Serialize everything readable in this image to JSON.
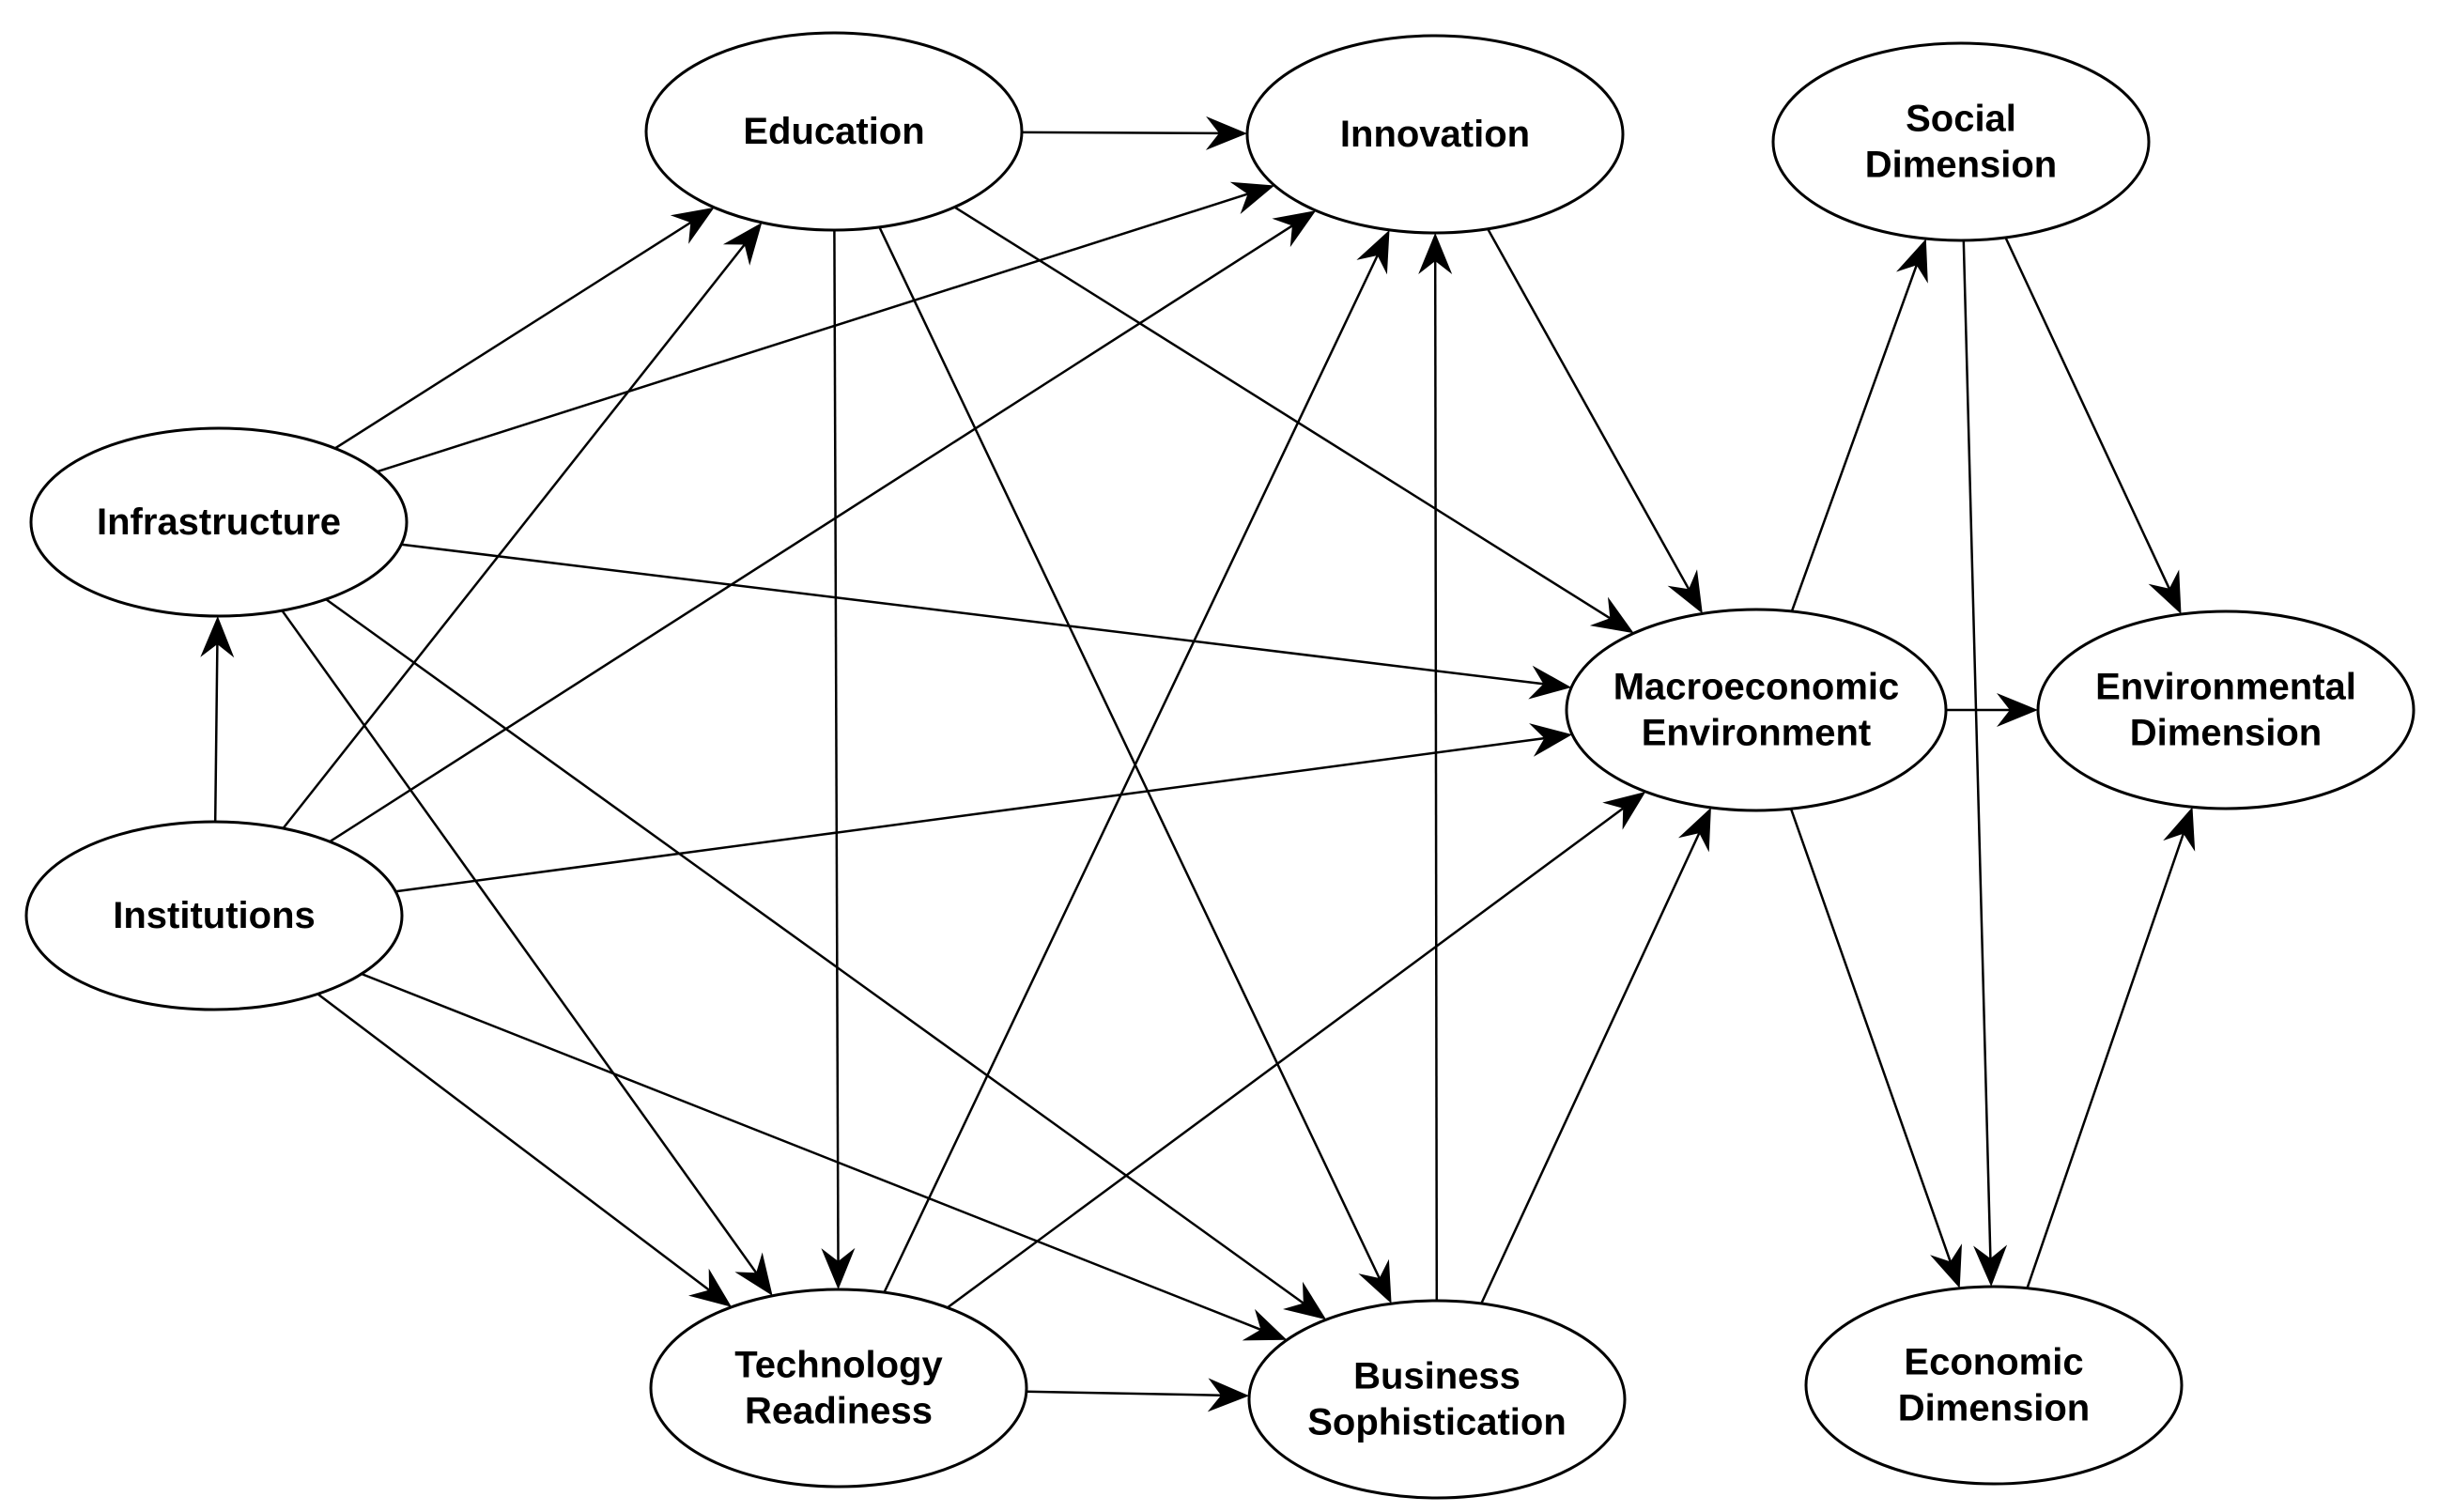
{
  "nodes": [
    {
      "id": "education",
      "lines": [
        "Education"
      ]
    },
    {
      "id": "innovation",
      "lines": [
        "Innovation"
      ]
    },
    {
      "id": "social",
      "lines": [
        "Social",
        "Dimension"
      ]
    },
    {
      "id": "infrastructure",
      "lines": [
        "Infrastructure"
      ]
    },
    {
      "id": "macro",
      "lines": [
        "Macroeconomic",
        "Environment"
      ]
    },
    {
      "id": "environmental",
      "lines": [
        "Environmental",
        "Dimension"
      ]
    },
    {
      "id": "institutions",
      "lines": [
        "Institutions"
      ]
    },
    {
      "id": "technology",
      "lines": [
        "Technology",
        "Readiness"
      ]
    },
    {
      "id": "business",
      "lines": [
        "Business",
        "Sophistication"
      ]
    },
    {
      "id": "economic",
      "lines": [
        "Economic",
        "Dimension"
      ]
    }
  ],
  "edges": [
    {
      "from": "education",
      "to": "innovation"
    },
    {
      "from": "education",
      "to": "macro"
    },
    {
      "from": "education",
      "to": "technology"
    },
    {
      "from": "education",
      "to": "business"
    },
    {
      "from": "infrastructure",
      "to": "education"
    },
    {
      "from": "infrastructure",
      "to": "innovation"
    },
    {
      "from": "infrastructure",
      "to": "macro"
    },
    {
      "from": "infrastructure",
      "to": "technology"
    },
    {
      "from": "infrastructure",
      "to": "business"
    },
    {
      "from": "institutions",
      "to": "infrastructure"
    },
    {
      "from": "institutions",
      "to": "education"
    },
    {
      "from": "institutions",
      "to": "innovation"
    },
    {
      "from": "institutions",
      "to": "macro"
    },
    {
      "from": "institutions",
      "to": "technology"
    },
    {
      "from": "institutions",
      "to": "business"
    },
    {
      "from": "innovation",
      "to": "macro"
    },
    {
      "from": "technology",
      "to": "innovation"
    },
    {
      "from": "technology",
      "to": "macro"
    },
    {
      "from": "technology",
      "to": "business"
    },
    {
      "from": "business",
      "to": "innovation"
    },
    {
      "from": "business",
      "to": "macro"
    },
    {
      "from": "macro",
      "to": "social"
    },
    {
      "from": "macro",
      "to": "environmental"
    },
    {
      "from": "macro",
      "to": "economic"
    },
    {
      "from": "social",
      "to": "environmental"
    },
    {
      "from": "social",
      "to": "economic"
    },
    {
      "from": "economic",
      "to": "environmental"
    }
  ]
}
